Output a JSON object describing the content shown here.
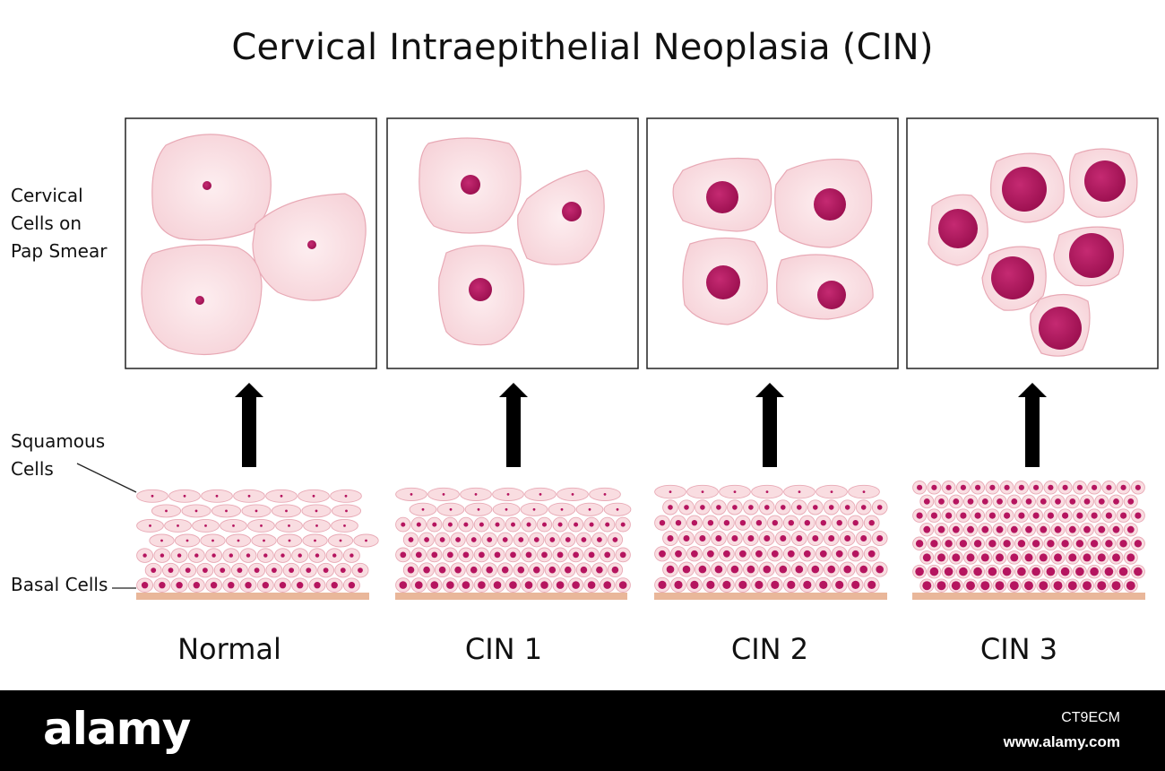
{
  "title": "Cervical Intraepithelial Neoplasia (CIN)",
  "labels": {
    "pap_line1": "Cervical",
    "pap_line2": "Cells on",
    "pap_line3": "Pap Smear",
    "squamous_line1": "Squamous",
    "squamous_line2": "Cells",
    "basal": "Basal Cells"
  },
  "stages": [
    {
      "name": "Normal",
      "smear_cells": 3,
      "nucleus_size": "tiny"
    },
    {
      "name": "CIN 1",
      "smear_cells": 3,
      "nucleus_size": "small"
    },
    {
      "name": "CIN 2",
      "smear_cells": 4,
      "nucleus_size": "medium"
    },
    {
      "name": "CIN 3",
      "smear_cells": 6,
      "nucleus_size": "large"
    }
  ],
  "colors": {
    "cytoplasm": "#f9dde1",
    "cell_edge": "#e8a9b5",
    "nucleus": "#b5155f",
    "basement": "#e9b79a",
    "arrow": "#000000",
    "frame": "#222222"
  },
  "footer": {
    "brand": "alamy",
    "image_id": "CT9ECM",
    "site": "www.alamy.com"
  }
}
